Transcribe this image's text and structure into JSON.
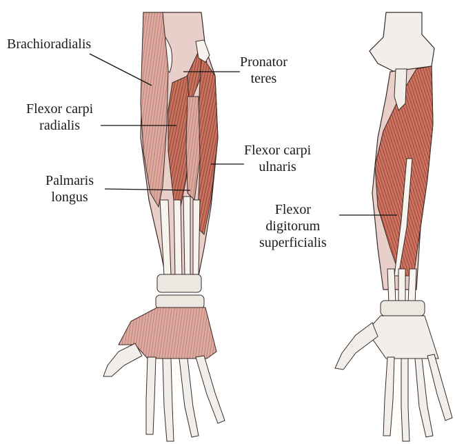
{
  "labels": {
    "brachioradialis": "Brachioradialis",
    "pronator_teres": [
      "Pronator",
      "teres"
    ],
    "flexor_carpi_radialis": [
      "Flexor carpi",
      "radialis"
    ],
    "flexor_carpi_ulnaris": [
      "Flexor carpi",
      "ulnaris"
    ],
    "palmaris_longus": [
      "Palmaris",
      "longus"
    ],
    "flexor_digitorum_superficialis": [
      "Flexor",
      "digitorum",
      "superficialis"
    ]
  },
  "colors": {
    "muscle_light": "#d9a39a",
    "muscle_mid": "#c97c6c",
    "muscle_dark": "#b85a47",
    "bone": "#f2efea",
    "outline": "#3a2a28",
    "leader_line": "#111111"
  }
}
